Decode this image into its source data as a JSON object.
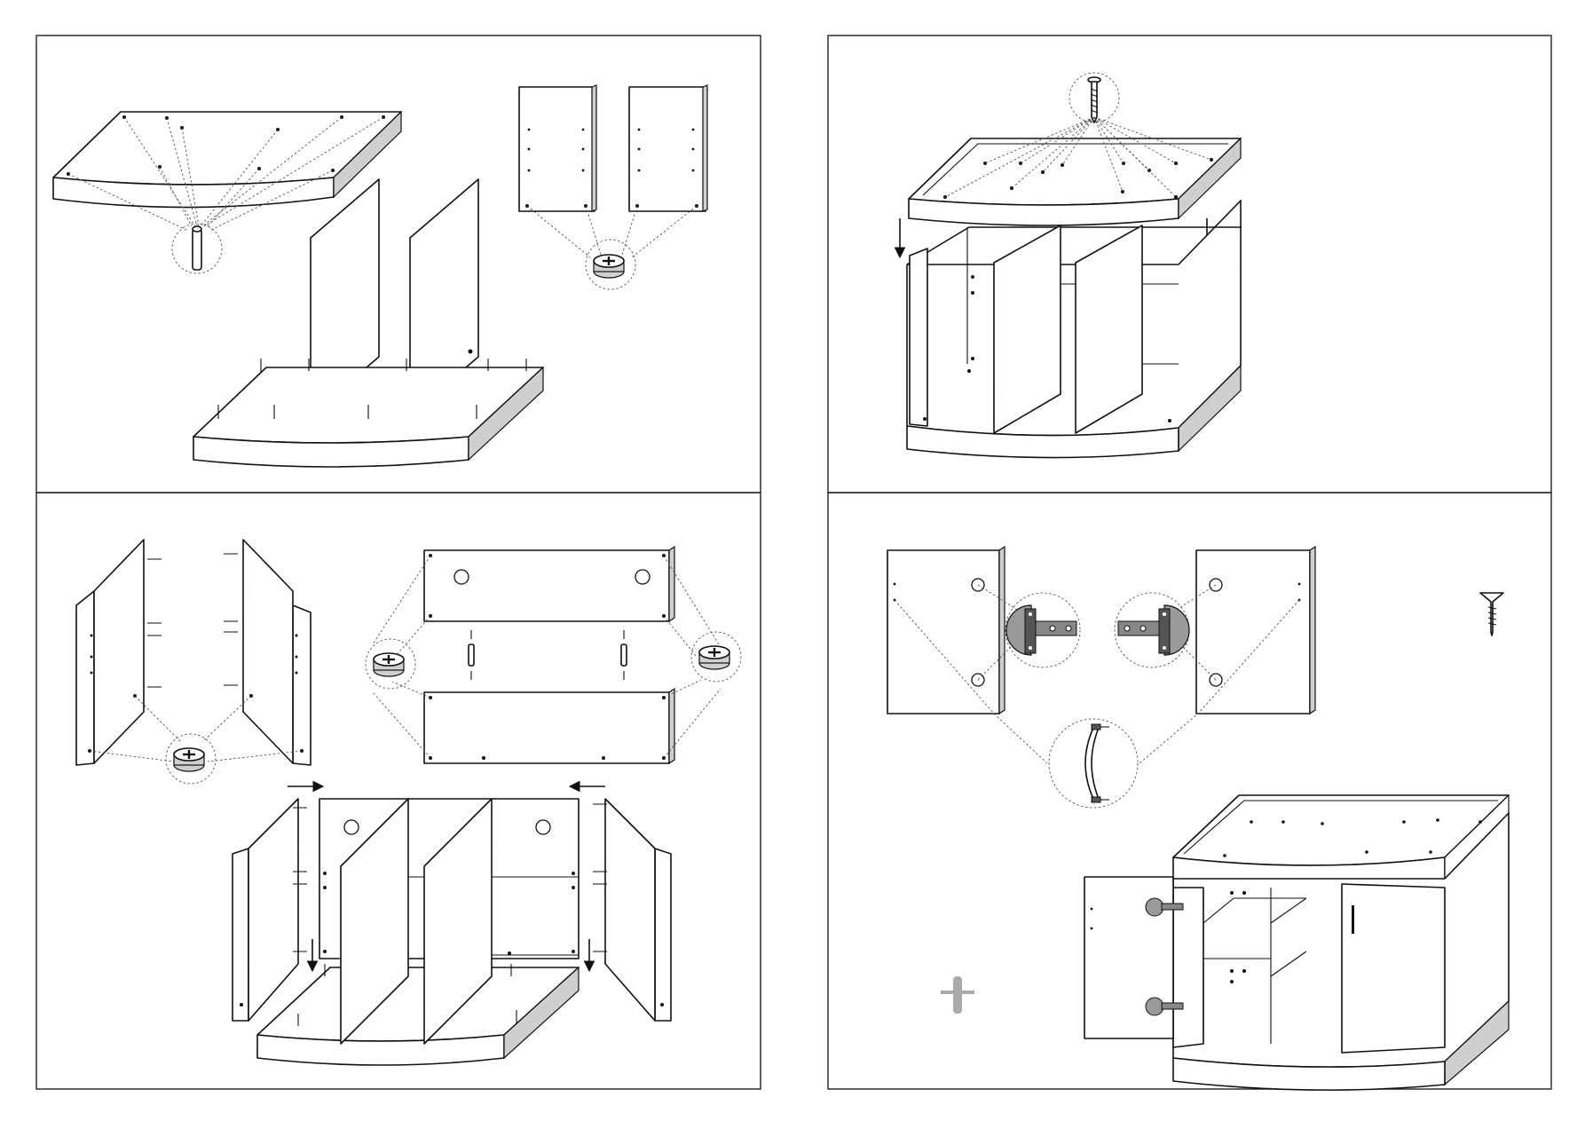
{
  "document": {
    "sheet": "assembly-instructions",
    "steps": [
      {
        "id": "step-1",
        "content": [
          "top-panel",
          "bottom-panel",
          "inner-dividers",
          "side-panels",
          "dowel-detail",
          "cam-lock-detail"
        ]
      },
      {
        "id": "step-2",
        "content": [
          "top-panel-placement",
          "screw-detail",
          "cabinet-body"
        ]
      },
      {
        "id": "step-3",
        "content": [
          "side-panel-pairs",
          "back-panels",
          "cam-lock-detail",
          "dowel-detail",
          "frame-assembly"
        ]
      },
      {
        "id": "step-4",
        "content": [
          "door-panels",
          "hinge-detail",
          "handle-detail",
          "screw-icon",
          "finished-cabinet"
        ]
      }
    ],
    "colors": {
      "line": "#111111",
      "shade": "#cfcfcf",
      "dark": "#555555",
      "paper": "#ffffff"
    }
  }
}
